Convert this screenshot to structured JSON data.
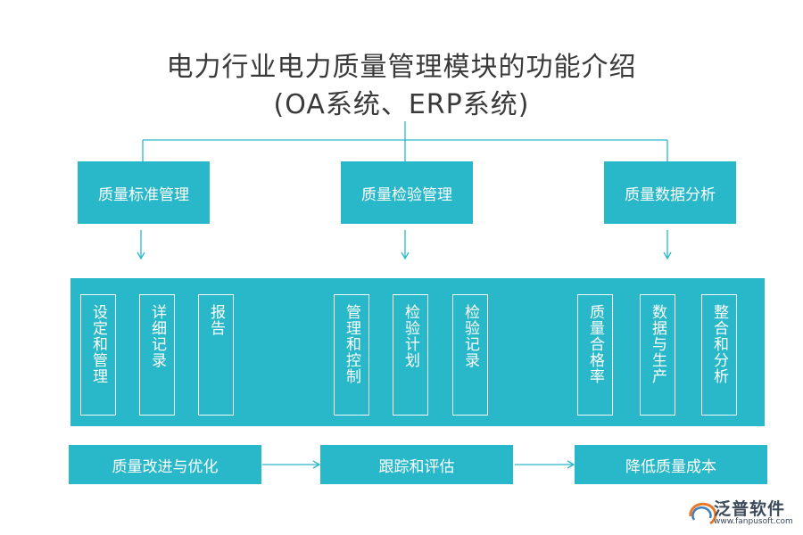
{
  "title": {
    "line1": "电力行业电力质量管理模块的功能介绍",
    "line2": "(OA系统、ERP系统)"
  },
  "categories": [
    "质量标准管理",
    "质量检验管理",
    "质量数据分析"
  ],
  "items": [
    "设定和管理",
    "详细记录",
    "报告",
    "管理和控制",
    "检验计划",
    "检验记录",
    "质量合格率",
    "数据与生产",
    "整合和分析"
  ],
  "flow": [
    "质量改进与优化",
    "跟踪和评估",
    "降低质量成本"
  ],
  "logo": {
    "name": "泛普软件",
    "url": "www.fanpusoft.com"
  },
  "colors": {
    "accent": "#29b8c9",
    "text": "#3a3a3a"
  }
}
